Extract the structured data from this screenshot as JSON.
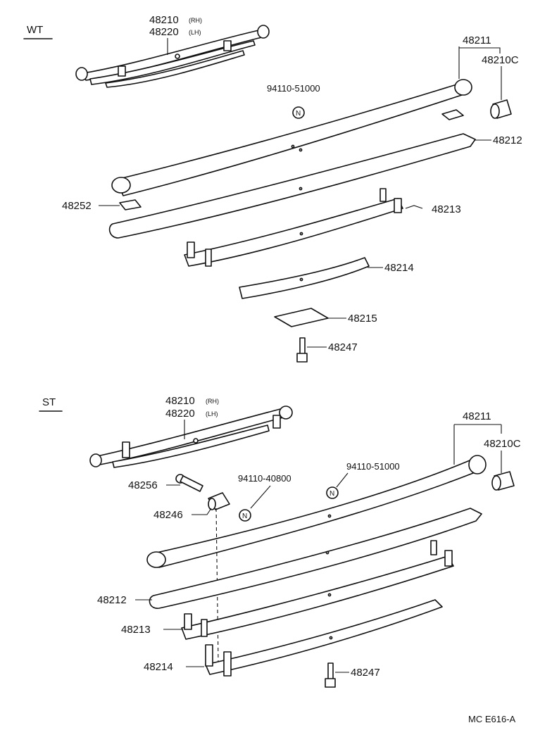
{
  "sections": {
    "wt": {
      "title": "WT"
    },
    "st": {
      "title": "ST"
    }
  },
  "wt": {
    "assembly_rh": "48210",
    "assembly_rh_suffix": "(RH)",
    "assembly_lh": "48220",
    "assembly_lh_suffix": "(LH)",
    "leaf_no1": "48211",
    "bushing": "48210C",
    "nut_code": "94110-51000",
    "leaf_no2": "48212",
    "silencer": "48252",
    "leaf_no3": "48213",
    "leaf_no4": "48214",
    "spacer": "48215",
    "center_bolt": "48247"
  },
  "st": {
    "assembly_rh": "48210",
    "assembly_rh_suffix": "(RH)",
    "assembly_lh": "48220",
    "assembly_lh_suffix": "(LH)",
    "leaf_no1": "48211",
    "bushing": "48210C",
    "nut_code_a": "94110-51000",
    "nut_code_b": "94110-40800",
    "bolt": "48256",
    "collar": "48246",
    "leaf_no2": "48212",
    "leaf_no3": "48213",
    "leaf_no4": "48214",
    "center_bolt": "48247"
  },
  "nut_symbol": "N",
  "footer_code": "MC  E616-A"
}
